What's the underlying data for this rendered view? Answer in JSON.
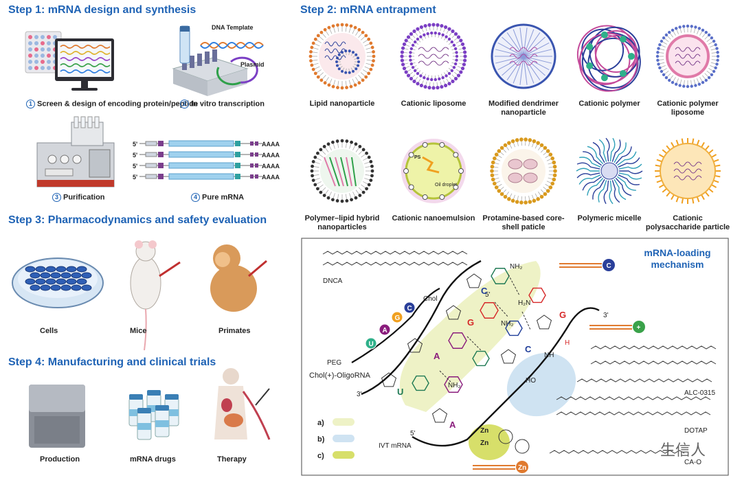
{
  "steps": {
    "step1": "Step 1:   mRNA design and synthesis",
    "step2": "Step 2:   mRNA entrapment",
    "step3": "Step 3: Pharmacodynamics and safety evaluation",
    "step4": "Step 4: Manufacturing and clinical trials"
  },
  "step1_items": [
    {
      "num": "1",
      "label": "Screen & design of encoding protein/peptide"
    },
    {
      "num": "2",
      "label": "In vitro transcription"
    },
    {
      "num": "3",
      "label": "Purification"
    },
    {
      "num": "4",
      "label": "Pure mRNA"
    }
  ],
  "ivt_labels": {
    "dna_template": "DNA Template",
    "plasmid": "Plasmid"
  },
  "mrna_strand": {
    "five_prime": "5'",
    "tail": "AAAA"
  },
  "nanoparticles": [
    {
      "label": "Lipid nanoparticle"
    },
    {
      "label": "Cationic liposome"
    },
    {
      "label": "Modified dendrimer nanoparticle"
    },
    {
      "label": "Cationic polymer"
    },
    {
      "label": "Cationic polymer liposome"
    },
    {
      "label": "Polymer–lipid hybrid nanoparticles"
    },
    {
      "label": "Cationic nanoemulsion"
    },
    {
      "label": "Protamine-based core-shell paticle"
    },
    {
      "label": "Polymeric micelle"
    },
    {
      "label": "Cationic polysaccharide particle"
    }
  ],
  "nanoemulsion_labels": {
    "ps": "PS",
    "oil": "Oil droplet"
  },
  "step3_items": [
    {
      "label": "Cells"
    },
    {
      "label": "Mice"
    },
    {
      "label": "Primates"
    }
  ],
  "step4_items": [
    {
      "label": "Production"
    },
    {
      "label": "mRNA drugs"
    },
    {
      "label": "Therapy"
    }
  ],
  "mechanism": {
    "title_line1": "mRNA-loading",
    "title_line2": "mechanism",
    "labels": {
      "dnca": "DNCA",
      "chol": "Chol",
      "peg": "PEG",
      "chol_oligo": "Chol(+)-OligoRNA",
      "ivt": "IVT mRNA",
      "alc": "ALC-0315",
      "dotap": "DOTAP",
      "cao": "CA-O",
      "ho": "HO",
      "nh": "NH",
      "nh2": "NH₂",
      "h2n": "H₂N",
      "h": "H",
      "three_prime": "3'",
      "five_prime": "5'"
    },
    "bases": [
      "C",
      "G",
      "A",
      "U",
      "A",
      "G",
      "C"
    ],
    "chain_beads": [
      "U",
      "A",
      "G",
      "C"
    ],
    "side_icons": [
      "C",
      "+",
      "Zn"
    ],
    "legend": [
      {
        "key": "a)",
        "color": "#eef2c6"
      },
      {
        "key": "b)",
        "color": "#cfe3f2"
      },
      {
        "key": "c)",
        "color": "#d7df6a"
      }
    ]
  },
  "watermark": "生信人"
}
